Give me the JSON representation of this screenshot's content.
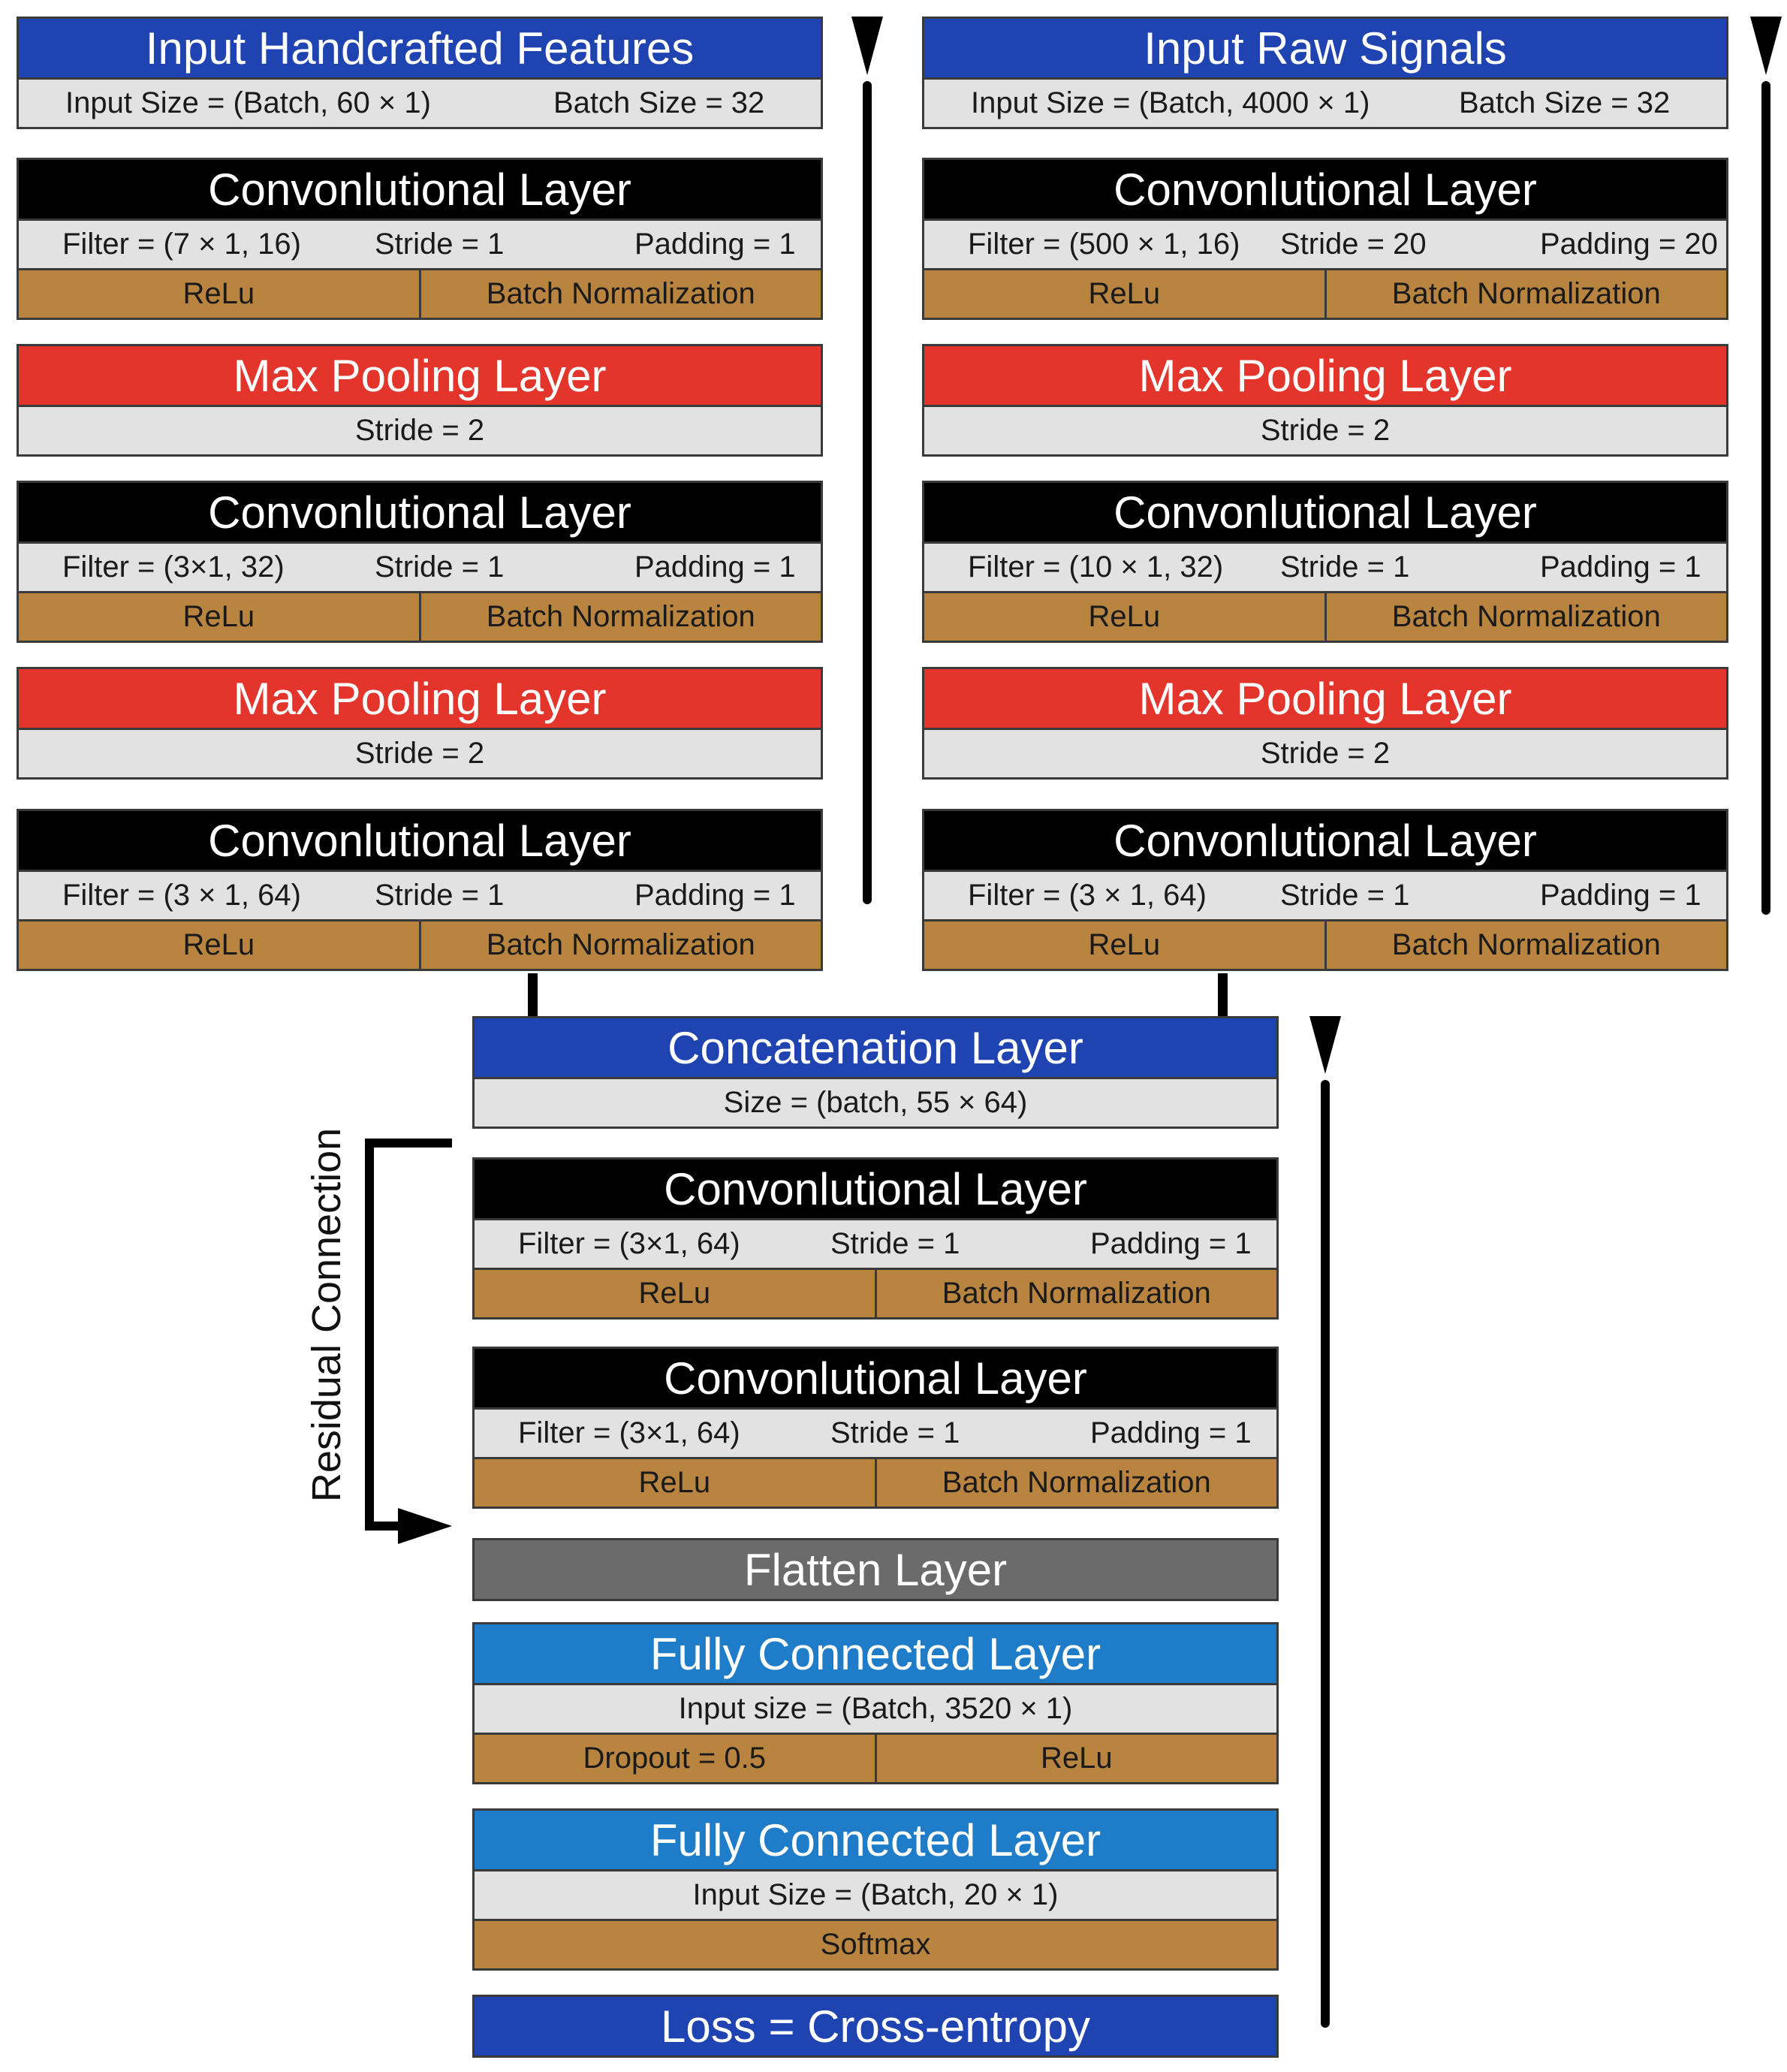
{
  "left": {
    "input": {
      "title": "Input Handcrafted Features",
      "size": "Input Size = (Batch, 60 × 1)",
      "batch": "Batch Size = 32"
    },
    "conv1": {
      "title": "Convonlutional Layer",
      "filter": "Filter = (7 × 1, 16)",
      "stride": "Stride = 1",
      "padding": "Padding = 1",
      "act": "ReLu",
      "norm": "Batch Normalization"
    },
    "pool1": {
      "title": "Max Pooling Layer",
      "stride": "Stride = 2"
    },
    "conv2": {
      "title": "Convonlutional Layer",
      "filter": "Filter = (3×1, 32)",
      "stride": "Stride = 1",
      "padding": "Padding = 1",
      "act": "ReLu",
      "norm": "Batch Normalization"
    },
    "pool2": {
      "title": "Max Pooling Layer",
      "stride": "Stride = 2"
    },
    "conv3": {
      "title": "Convonlutional Layer",
      "filter": "Filter = (3 × 1, 64)",
      "stride": "Stride = 1",
      "padding": "Padding = 1",
      "act": "ReLu",
      "norm": "Batch Normalization"
    }
  },
  "right": {
    "input": {
      "title": "Input Raw Signals",
      "size": "Input Size = (Batch, 4000 × 1)",
      "batch": "Batch Size = 32"
    },
    "conv1": {
      "title": "Convonlutional Layer",
      "filter": "Filter = (500 × 1, 16)",
      "stride": "Stride = 20",
      "padding": "Padding = 20",
      "act": "ReLu",
      "norm": "Batch Normalization"
    },
    "pool1": {
      "title": "Max Pooling Layer",
      "stride": "Stride = 2"
    },
    "conv2": {
      "title": "Convonlutional Layer",
      "filter": "Filter = (10 × 1, 32)",
      "stride": "Stride = 1",
      "padding": "Padding = 1",
      "act": "ReLu",
      "norm": "Batch Normalization"
    },
    "pool2": {
      "title": "Max Pooling Layer",
      "stride": "Stride = 2"
    },
    "conv3": {
      "title": "Convonlutional Layer",
      "filter": "Filter = (3 × 1, 64)",
      "stride": "Stride = 1",
      "padding": "Padding = 1",
      "act": "ReLu",
      "norm": "Batch Normalization"
    }
  },
  "merge": {
    "concat": {
      "title": "Concatenation Layer",
      "size": "Size  = (batch, 55 × 64)"
    },
    "conv1": {
      "title": "Convonlutional Layer",
      "filter": "Filter = (3×1, 64)",
      "stride": "Stride = 1",
      "padding": "Padding = 1",
      "act": "ReLu",
      "norm": "Batch Normalization"
    },
    "conv2": {
      "title": "Convonlutional Layer",
      "filter": "Filter = (3×1, 64)",
      "stride": "Stride = 1",
      "padding": "Padding = 1",
      "act": "ReLu",
      "norm": "Batch Normalization"
    },
    "flatten": {
      "title": "Flatten Layer"
    },
    "fc1": {
      "title": "Fully Connected Layer",
      "size": "Input size = (Batch, 3520 × 1)",
      "dropout": "Dropout = 0.5",
      "act": "ReLu"
    },
    "fc2": {
      "title": "Fully Connected Layer",
      "size": "Input Size = (Batch, 20 × 1)",
      "act": "Softmax"
    },
    "loss": {
      "title": "Loss = Cross-entropy"
    },
    "residual_label": "Residual Connection"
  }
}
